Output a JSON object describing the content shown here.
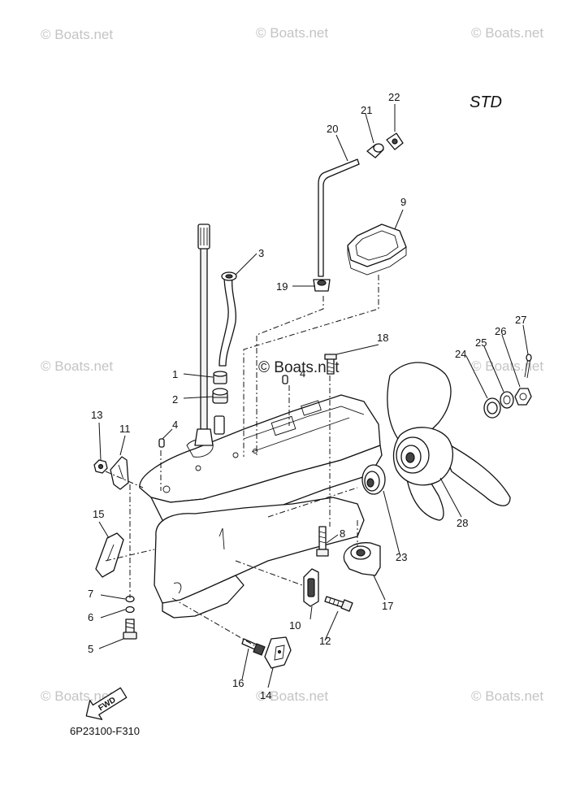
{
  "watermark": "© Boats.net",
  "variant": "STD",
  "drawing_code": "6P23100-F310",
  "fwd_label": "FWD",
  "callouts": [
    "1",
    "2",
    "3",
    "4",
    "4",
    "5",
    "6",
    "7",
    "8",
    "9",
    "10",
    "11",
    "12",
    "13",
    "14",
    "15",
    "16",
    "17",
    "18",
    "19",
    "20",
    "21",
    "22",
    "23",
    "24",
    "25",
    "26",
    "27",
    "28"
  ]
}
